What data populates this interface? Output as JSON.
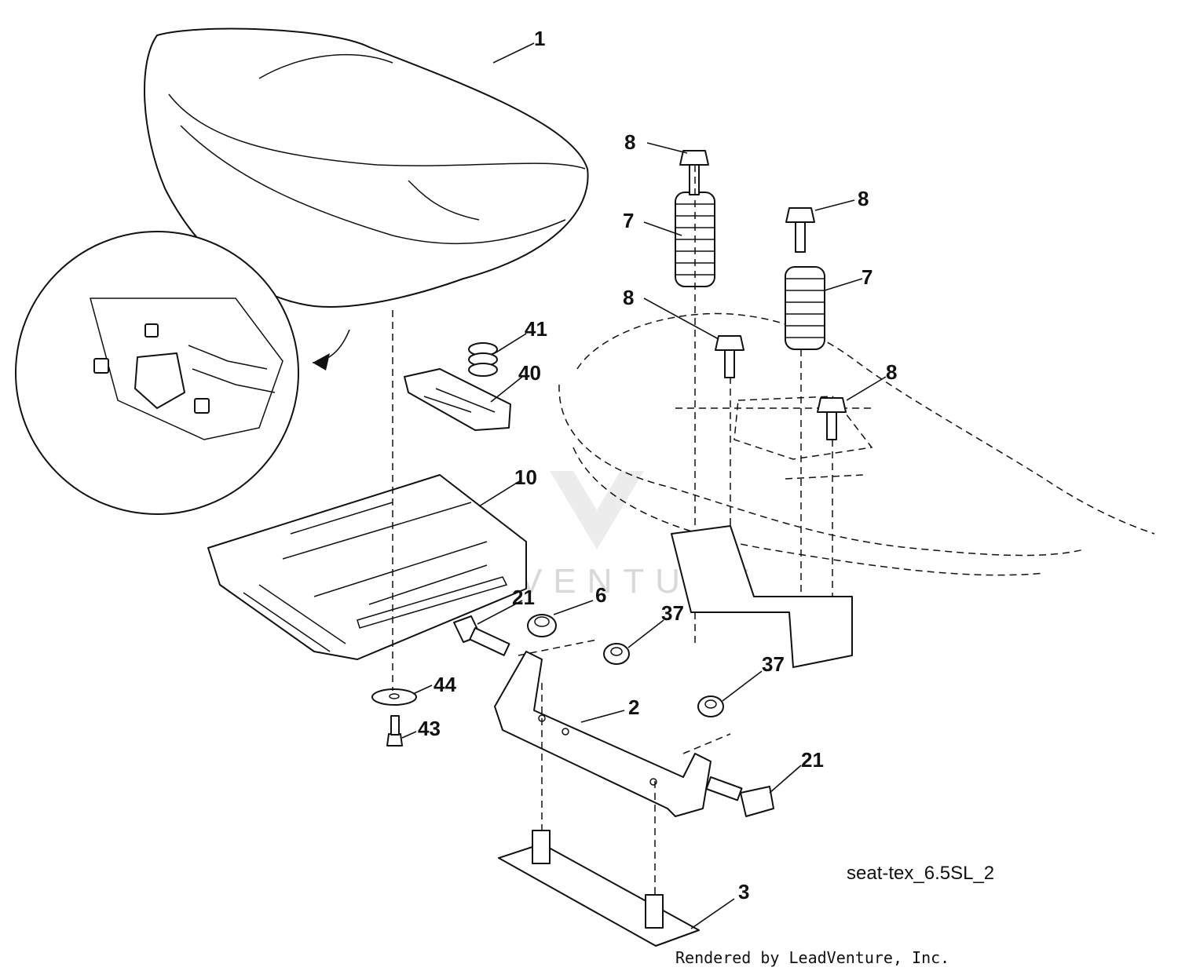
{
  "diagram": {
    "callouts": [
      "1",
      "8",
      "8",
      "7",
      "7",
      "8",
      "8",
      "41",
      "40",
      "10",
      "21",
      "6",
      "37",
      "37",
      "44",
      "43",
      "2",
      "21",
      "3"
    ],
    "drawing_id": "seat-tex_6.5SL_2",
    "credit": "Rendered by LeadVenture, Inc.",
    "watermark": "LEADVENTURE"
  }
}
